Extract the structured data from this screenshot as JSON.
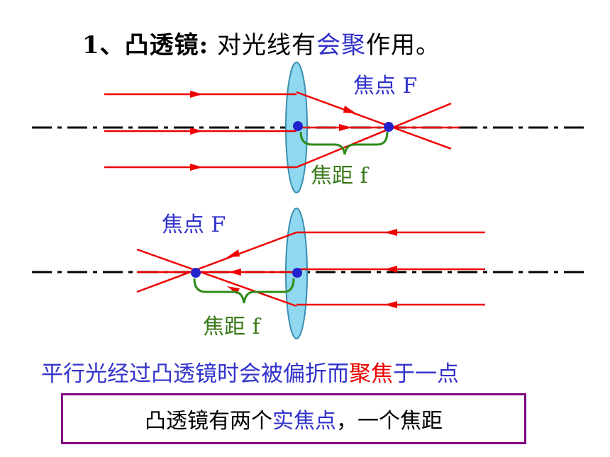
{
  "title": {
    "prefix": "1、凸透镜",
    "colon": ":",
    "body1": " 对光线有",
    "highlight": "会聚",
    "body2": "作用。"
  },
  "diagram_top": {
    "focus_label": "焦点 F",
    "focal_length_label": "焦距 f"
  },
  "diagram_bottom": {
    "focus_label": "焦点 F",
    "focal_length_label": "焦距 f"
  },
  "caption": {
    "part1": "平行光经过凸透镜时会被偏折而",
    "red": "聚焦",
    "part2": "于一点"
  },
  "box": {
    "part1": "凸透镜有两个",
    "highlight": "实焦点",
    "part2": "，一个焦距"
  },
  "colors": {
    "ray": "#ee0000",
    "lens_fill": "#8fd8f0",
    "lens_stroke": "#3a8fb0",
    "point": "#2222cc",
    "brace": "#2e8b1a",
    "box_border": "#800080",
    "axis": "#000000"
  }
}
